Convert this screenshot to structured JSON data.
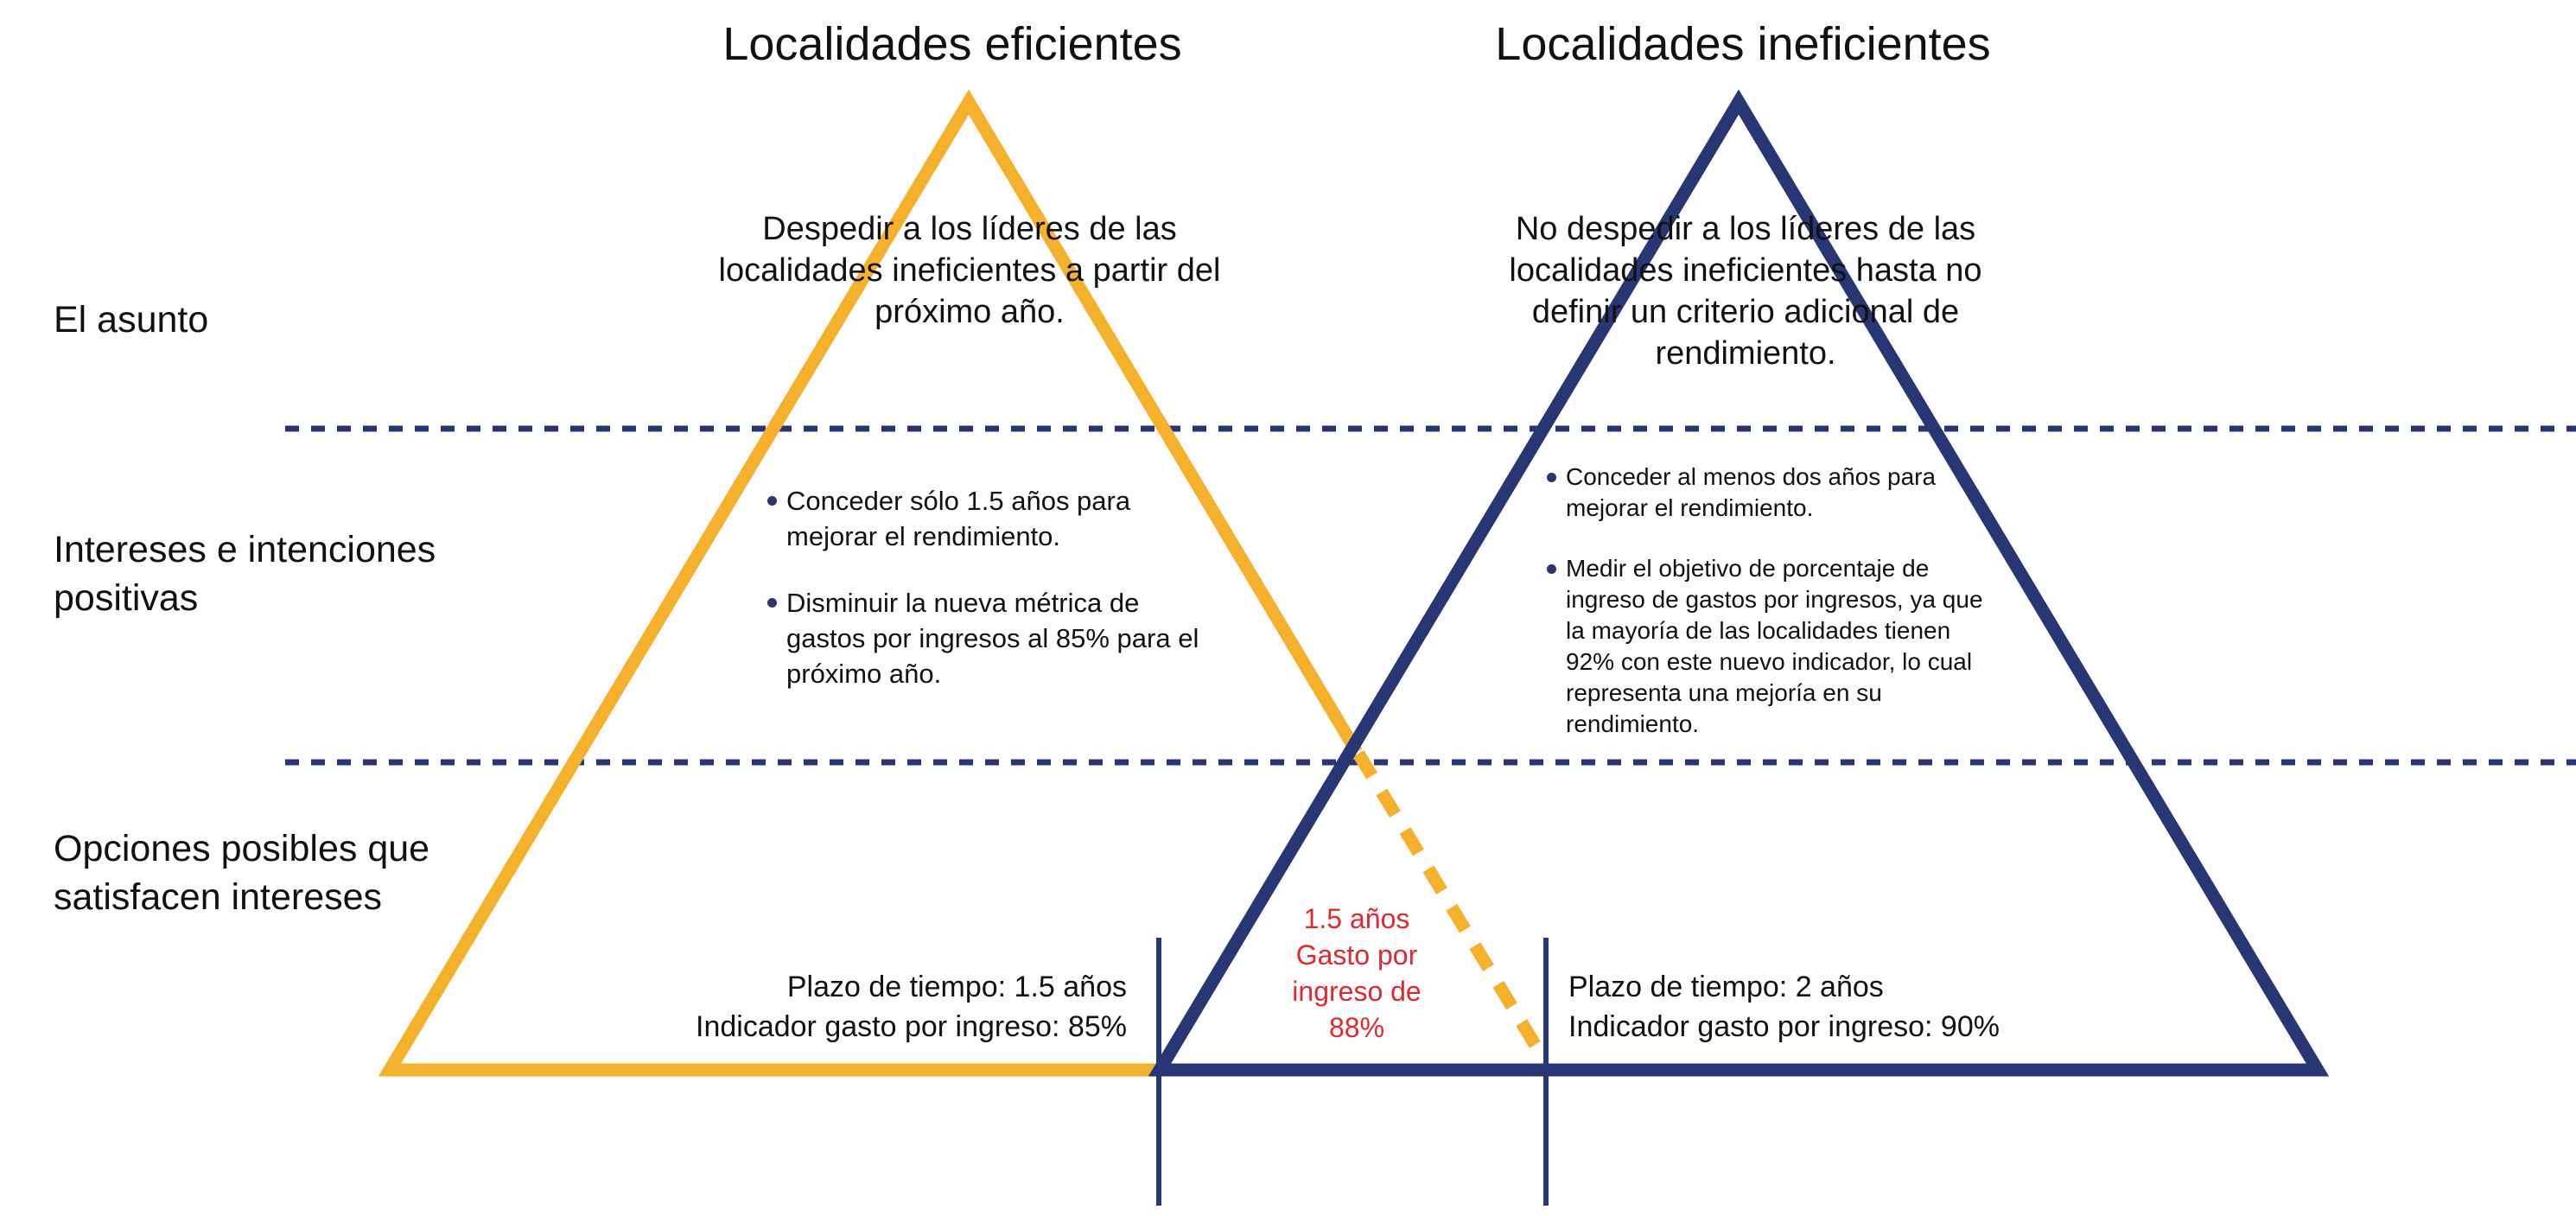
{
  "colors": {
    "efficient": "#F6B12C",
    "inefficient": "#283673",
    "highlight": "#E0282E",
    "text": "#111111"
  },
  "titles": {
    "efficient": "Localidades eficientes",
    "inefficient": "Localidades ineficientes"
  },
  "rows": {
    "issue": "El asunto",
    "interests": "Intereses e intenciones positivas",
    "options": "Opciones posibles que satisfacen intereses"
  },
  "efficient": {
    "issue": "Despedir a los líderes de las localidades ineficientes a partir del próximo año.",
    "interests": [
      "Conceder sólo 1.5 años para mejorar el rendimiento.",
      "Disminuir la nueva métrica de gastos por ingresos al 85% para el próximo año."
    ],
    "option": {
      "time": "Plazo de tiempo: 1.5 años",
      "indicator": "Indicador gasto por ingreso: 85%"
    }
  },
  "inefficient": {
    "issue": "No despedir a los líderes de las localidades ineficientes hasta no definir un criterio adicional de rendimiento.",
    "interests": [
      "Conceder al menos dos años para mejorar el rendimiento.",
      "Medir el objetivo de porcentaje de ingreso de gastos por ingresos, ya que la mayoría de las localidades tienen 92% con este nuevo indicador, lo cual representa una mejoría en su rendimiento."
    ],
    "option": {
      "time": "Plazo de tiempo: 2 años",
      "indicator": "Indicador gasto por ingreso: 90%"
    }
  },
  "compromise": [
    "1.5 años",
    "Gasto por",
    "ingreso de",
    "88%"
  ]
}
